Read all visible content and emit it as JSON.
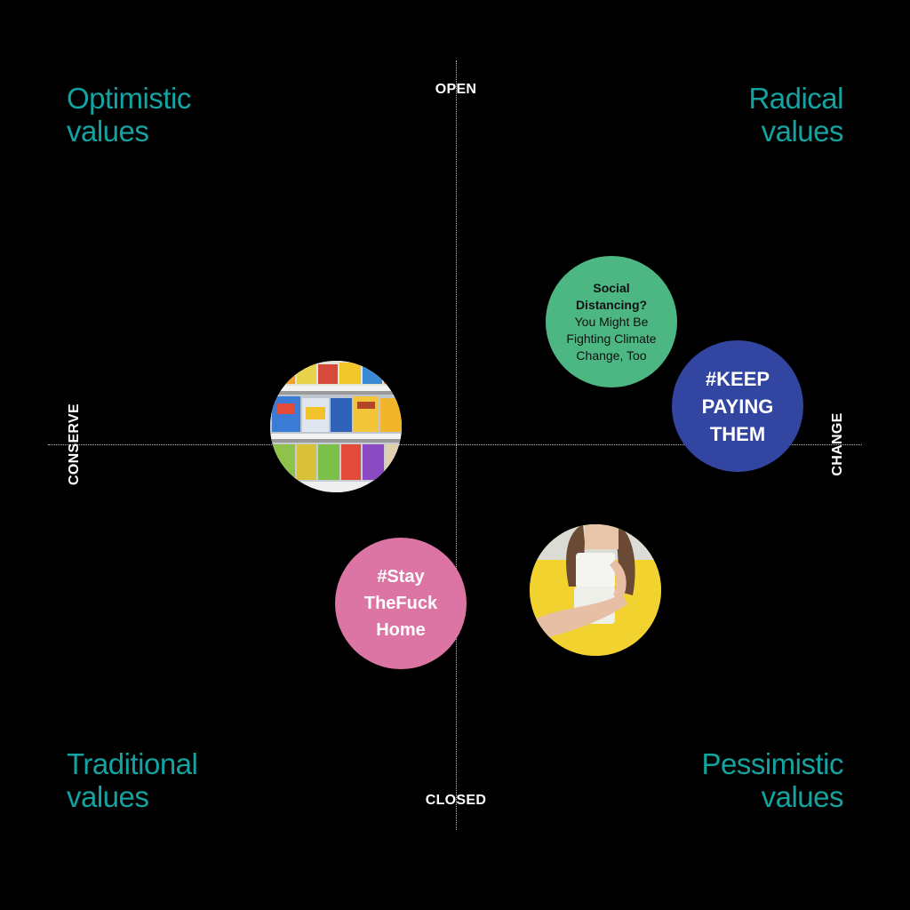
{
  "axes": {
    "top": "OPEN",
    "bottom": "CLOSED",
    "left": "CONSERVE",
    "right": "CHANGE"
  },
  "quadrants": {
    "top_left": [
      "Optimistic",
      "values"
    ],
    "top_right": [
      "Radical",
      "values"
    ],
    "bottom_left": [
      "Traditional",
      "values"
    ],
    "bottom_right": [
      "Pessimistic",
      "values"
    ]
  },
  "bubbles": {
    "social_distancing": {
      "lines_bold": [
        "Social",
        "Distancing?"
      ],
      "lines": [
        "You Might Be",
        "Fighting Climate",
        "Change, Too"
      ],
      "color": "#4cb783"
    },
    "keep_paying": {
      "lines": [
        "#KEEP",
        "PAYING",
        "THEM"
      ],
      "color": "#3245a0"
    },
    "stay_home": {
      "lines": [
        "#Stay",
        "TheFuck",
        "Home"
      ],
      "color": "#dc75a4"
    },
    "photo_cereal": {
      "icon": "cereal-shelves-photo"
    },
    "photo_toilet_paper": {
      "icon": "toilet-paper-photo"
    }
  },
  "colors": {
    "background": "#000000",
    "quadrant_text": "#13a3a0",
    "axis_text": "#ffffff"
  }
}
